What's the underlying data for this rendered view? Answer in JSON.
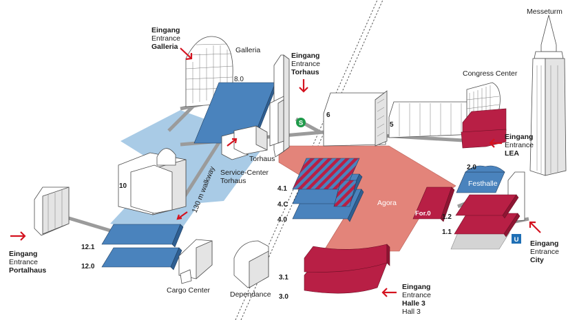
{
  "entrances": {
    "galleria": {
      "line1": "Eingang",
      "line2": "Entrance",
      "line3": "Galleria"
    },
    "torhaus": {
      "line1": "Eingang",
      "line2": "Entrance",
      "line3": "Torhaus"
    },
    "lea": {
      "line1": "Eingang",
      "line2": "Entrance",
      "line3": "LEA"
    },
    "portalhaus": {
      "line1": "Eingang",
      "line2": "Entrance",
      "line3": "Portalhaus"
    },
    "city": {
      "line1": "Eingang",
      "line2": "Entrance",
      "line3": "City"
    },
    "halle3": {
      "line1": "Eingang",
      "line2": "Entrance",
      "line3": "Halle 3",
      "line4": "Hall 3"
    }
  },
  "buildings": {
    "galleria": "Galleria",
    "messeturm": "Messeturm",
    "congress_center": "Congress Center",
    "torhaus": "Torhaus",
    "service_center_1": "Service-Center",
    "service_center_2": "Torhaus",
    "cargo_center": "Cargo Center",
    "dependance": "Dependance",
    "agora": "Agora",
    "festhalle": "Festhalle",
    "forum": "For.0"
  },
  "walkway": "130 m walkway",
  "halls": {
    "h8": "8.0",
    "h6": "6",
    "h5": "5",
    "h10": "10",
    "h4_1": "4.1",
    "h4_c": "4.C",
    "h4_0": "4.0",
    "h12_1": "12.1",
    "h12_0": "12.0",
    "h3_1": "3.1",
    "h3_0": "3.0",
    "h2_0": "2.0",
    "h1_2": "1.2",
    "h1_1": "1.1"
  },
  "transit": {
    "sbahn": "S",
    "ubahn": "U"
  },
  "colors": {
    "blue_hall": "#4a83bd",
    "light_blue_area": "#a9cbe6",
    "red_hall": "#b81f45",
    "agora": "#e3847a",
    "arrow": "#d4121f",
    "sbahn": "#1f9a4a",
    "ubahn": "#1e6fb5"
  }
}
